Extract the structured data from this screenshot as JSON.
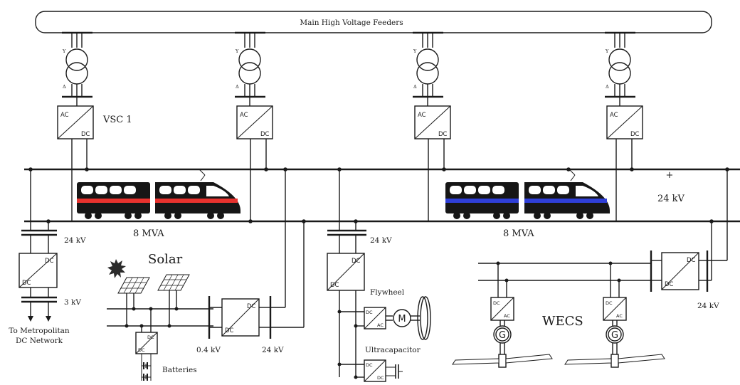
{
  "feeders_label": "Main High Voltage Feeders",
  "vsc1_label": "VSC 1",
  "conv_ac": "AC",
  "conv_dc": "DC",
  "bus_plus": "+",
  "bus_voltage_right": "24 kV",
  "train_left_power": "8 MVA",
  "train_right_power": "8 MVA",
  "left_branch_voltage_high": "24 kV",
  "left_branch_voltage_low": "3 kV",
  "metro_label_line1": "To Metropolitan",
  "metro_label_line2": "DC Network",
  "solar_label": "Solar",
  "batteries_label": "Batteries",
  "solar_low_voltage": "0.4 kV",
  "solar_high_voltage": "24 kV",
  "storage_voltage": "24 kV",
  "flywheel_label": "Flywheel",
  "motor_symbol": "M",
  "ultracap_label": "Ultracapacitor",
  "wecs_label": "WECS",
  "generator_symbol": "G",
  "wecs_voltage": "24 kV",
  "transformer_y": "Y",
  "transformer_delta": "Δ",
  "colors": {
    "train_left_stripe": "#e8322e",
    "train_right_stripe": "#2f3fd8",
    "line": "#1a1a1a"
  }
}
